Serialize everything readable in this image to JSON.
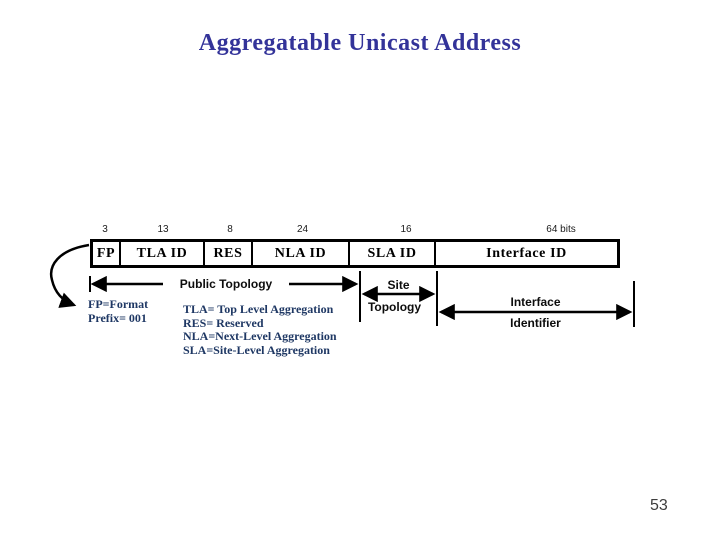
{
  "slide": {
    "title": "Aggregatable Unicast Address",
    "page_number": "53"
  },
  "address_format": {
    "fields": [
      {
        "label": "FP",
        "bits": "3"
      },
      {
        "label": "TLA ID",
        "bits": "13"
      },
      {
        "label": "RES",
        "bits": "8"
      },
      {
        "label": "NLA ID",
        "bits": "24"
      },
      {
        "label": "SLA ID",
        "bits": "16"
      },
      {
        "label": "Interface ID",
        "bits": "64 bits"
      }
    ]
  },
  "annotations": {
    "public_topology_label": "Public Topology",
    "site_label_top": "Site",
    "site_label_bottom": "Topology",
    "interface_label_top": "Interface",
    "interface_label_bottom": "Identifier",
    "fp_note_line1": "FP=Format",
    "fp_note_line2": "Prefix= 001",
    "legend": [
      "TLA= Top Level Aggregation",
      "RES= Reserved",
      "NLA=Next-Level Aggregation",
      "SLA=Site-Level  Aggregation"
    ]
  },
  "colors": {
    "title_text": "#333399",
    "note_text": "#1F3864",
    "diagram_lines": "#000000",
    "background": "#ffffff"
  }
}
